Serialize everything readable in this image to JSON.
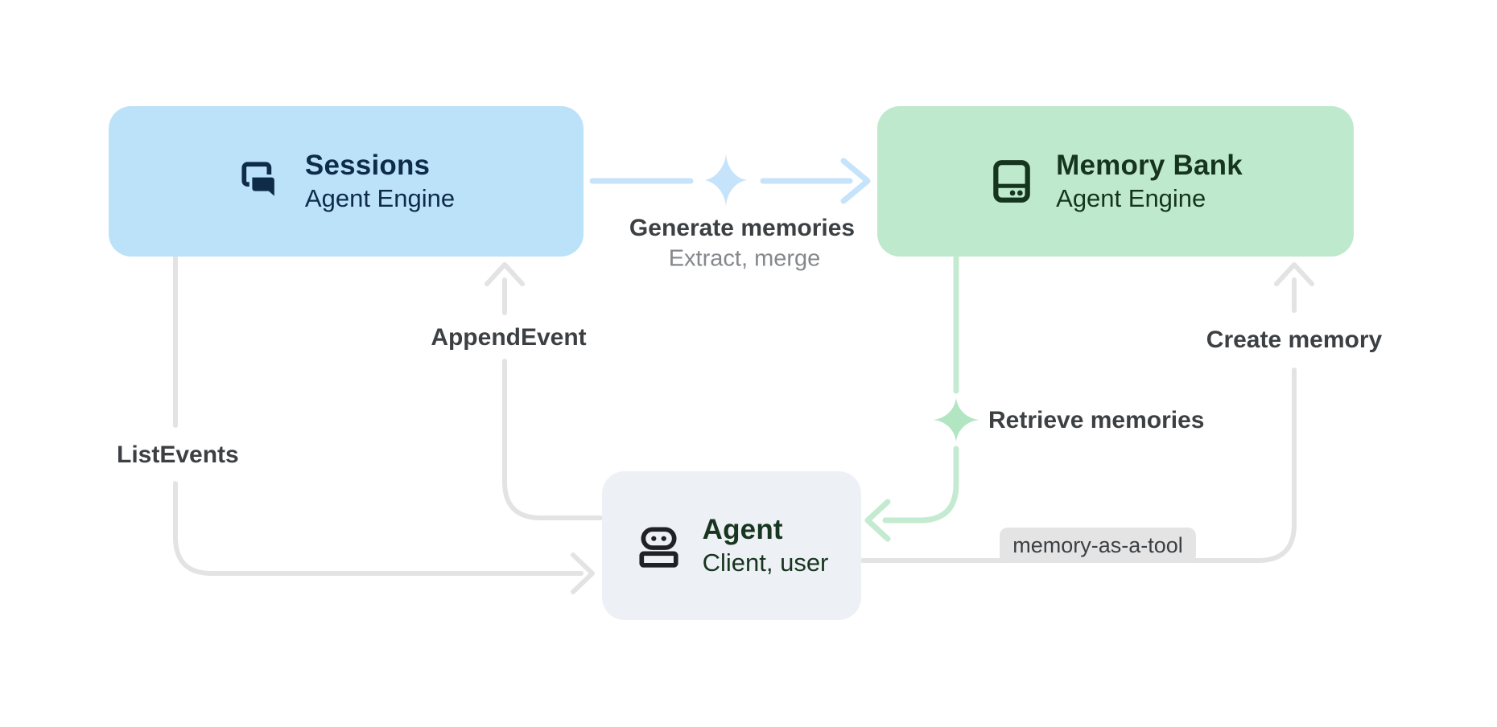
{
  "nodes": {
    "sessions": {
      "title": "Sessions",
      "subtitle": "Agent Engine",
      "icon": "forum-icon",
      "bg": "#bce2f9",
      "fg": "#0e2c49"
    },
    "memory_bank": {
      "title": "Memory Bank",
      "subtitle": "Agent Engine",
      "icon": "storage-icon",
      "bg": "#bfe9cd",
      "fg": "#16351e"
    },
    "agent": {
      "title": "Agent",
      "subtitle": "Client, user",
      "icon": "robot-icon",
      "bg": "#edf1f5",
      "fg": "#17351f"
    }
  },
  "edges": {
    "generate_memories": {
      "label": "Generate memories",
      "sublabel": "Extract, merge",
      "from": "sessions",
      "to": "memory_bank",
      "color": "#c5e3fa",
      "icon": "sparkle-icon"
    },
    "retrieve_memories": {
      "label": "Retrieve memories",
      "from": "memory_bank",
      "to": "agent",
      "color": "#c4ebd1",
      "icon": "sparkle-icon"
    },
    "append_event": {
      "label": "AppendEvent",
      "from": "agent",
      "to": "sessions",
      "color": "#e3e3e4"
    },
    "list_events": {
      "label": "ListEvents",
      "from": "sessions",
      "to": "agent",
      "color": "#e3e3e4"
    },
    "create_memory": {
      "label": "Create memory",
      "badge": "memory-as-a-tool",
      "from": "agent",
      "to": "memory_bank",
      "color": "#e3e3e4"
    }
  },
  "colors": {
    "background": "#ffffff",
    "flow_label_text": "#3c4043",
    "flow_sublabel_text": "#84888c",
    "badge_bg": "#e4e4e5",
    "badge_text": "#3c4043",
    "gray_connector": "#e3e3e4",
    "blue_connector": "#c5e3fa",
    "green_connector": "#c4ebd1"
  }
}
